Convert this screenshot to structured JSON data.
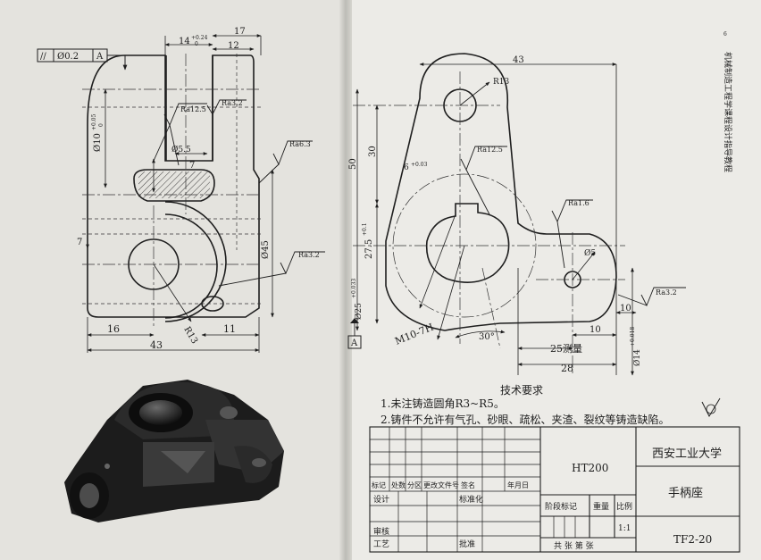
{
  "left_view": {
    "tolerance_frame": {
      "symbol": "//",
      "value": "Ø0.2",
      "datum": "A"
    },
    "dims": {
      "d14": "14",
      "d14_tol_up": "+0.24",
      "d14_tol_low": "0",
      "d12": "12",
      "d17": "17",
      "d10": "Ø10",
      "d10_tol_up": "+0.05",
      "d10_tol_low": "0",
      "d7a": "7",
      "d5_5": "Ø5.5",
      "d7b": "7",
      "d45": "Ø45",
      "d16": "16",
      "d43": "43",
      "d11": "11",
      "r13": "R13"
    },
    "roughness": {
      "ra125": "Ra12.5",
      "ra32a": "Ra3.2",
      "ra63": "Ra6.3",
      "ra32b": "Ra3.2"
    }
  },
  "right_view": {
    "dims": {
      "d43": "43",
      "r13": "R13",
      "d50": "50",
      "d30": "30",
      "d6": "6",
      "d6_tol": "+0.03",
      "d27_5": "27.5",
      "d27_5_tol": "+0.1",
      "d25": "Ø25",
      "d25_tol": "+0.033",
      "m10": "M10-7H",
      "a30": "30°",
      "d25m": "25测量",
      "d28": "28",
      "d10": "10",
      "d10b": "10",
      "d14": "Ø14",
      "d14_tol": "+0.018",
      "d5": "Ø5"
    },
    "roughness": {
      "ra125": "Ra12.5",
      "ra16": "Ra1.6",
      "ra32": "Ra3.2"
    },
    "datum": "A",
    "side_title": "机械制造工程学课程设计指导教程"
  },
  "tech_req": {
    "title": "技术要求",
    "line1": "1.未注铸造圆角R3~R5。",
    "line2": "2.铸件不允许有气孔、砂眼、疏松、夹渣、裂纹等铸造缺陷。"
  },
  "title_block": {
    "material": "HT200",
    "school": "西安工业大学",
    "part_name": "手柄座",
    "drawing_no": "TF2-20",
    "hdr_mark": "标记",
    "hdr_count": "处数",
    "hdr_zone": "分区",
    "hdr_doc": "更改文件号",
    "hdr_sign": "签名",
    "hdr_date": "年月日",
    "design": "设计",
    "standard": "标准化",
    "review": "审核",
    "process": "工艺",
    "approve": "批准",
    "stage": "阶段标记",
    "weight": "重量",
    "scale": "比例",
    "scale_val": "1:1",
    "sheets": "共 张 第 张"
  }
}
